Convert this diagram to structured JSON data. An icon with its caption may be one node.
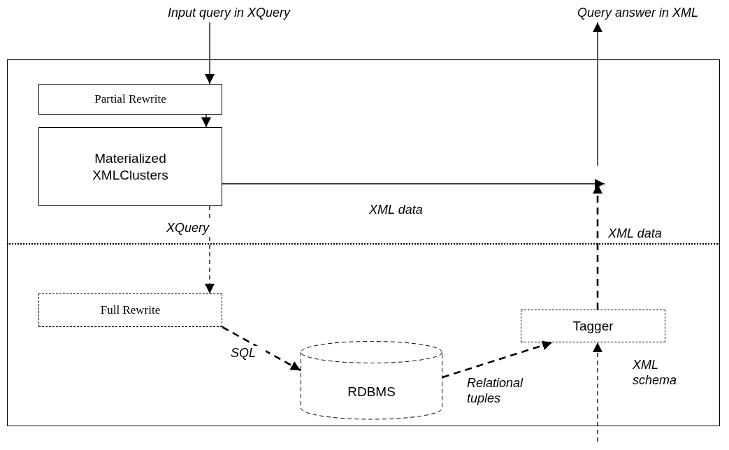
{
  "diagram": {
    "nodes": [
      {
        "text": [],
        "shape": "box"
      },
      {
        "text": [
          "Partial Rewrite"
        ],
        "in": 0
      },
      {
        "text": [
          "Materialized XMLClusters"
        ],
        "in": 0
      },
      {
        "text": [
          "Full Rewrite"
        ],
        "in": 0
      },
      {
        "text": [
          "RDBMS"
        ],
        "in": 0
      },
      {
        "text": [
          "Tagger"
        ],
        "in": 0
      },
      {
        "text": [
          "Input query in XQuery"
        ]
      },
      {
        "text": [
          "Query answer in XML"
        ]
      }
    ],
    "edges": [
      {
        "from": 6,
        "to": 1,
        "arrow": "to"
      },
      {
        "from": 1,
        "to": 2,
        "arrow": "to"
      },
      {
        "from": 2,
        "to": 3,
        "arrow": "to",
        "style": "dashed",
        "label": "XQuery"
      },
      {
        "from": 3,
        "to": 4,
        "arrow": "to",
        "style": "dashed",
        "label": "SQL"
      },
      {
        "from": 4,
        "to": 5,
        "arrow": "to",
        "style": "dashed",
        "label": "Relational tuples"
      },
      {
        "from": 5,
        "to": null,
        "arrow": "to",
        "style": "dashed",
        "label": "XML data"
      },
      {
        "from": null,
        "to": 5,
        "arrow": "to",
        "style": "dashed",
        "label": "XML schema"
      },
      {
        "from": 2,
        "to": null,
        "arrow": "to",
        "label": "XML data"
      },
      {
        "from": null,
        "to": 7,
        "arrow": "to"
      }
    ]
  }
}
